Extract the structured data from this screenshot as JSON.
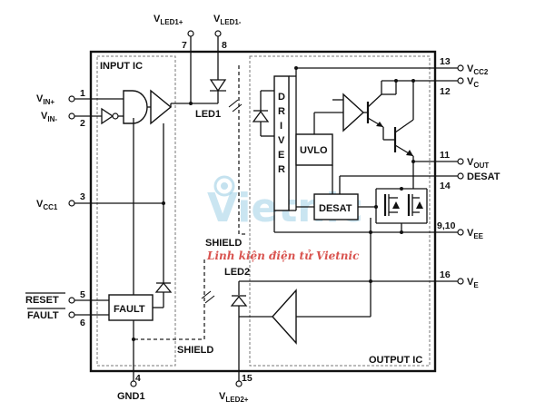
{
  "sections": {
    "input_ic": "INPUT IC",
    "output_ic": "OUTPUT IC",
    "shield_top": "SHIELD",
    "shield_bottom": "SHIELD"
  },
  "blocks": {
    "driver": [
      "D",
      "R",
      "I",
      "V",
      "E",
      "R"
    ],
    "uvlo": "UVLO",
    "desat": "DESAT",
    "fault": "FAULT",
    "led1": "LED1",
    "led2": "LED2"
  },
  "pins": {
    "vin_plus": {
      "num": "1",
      "name": "V",
      "sub": "IN+"
    },
    "vin_minus": {
      "num": "2",
      "name": "V",
      "sub": "IN-"
    },
    "vcc1": {
      "num": "3",
      "name": "V",
      "sub": "CC1"
    },
    "reset": {
      "num": "5",
      "name": "RESET"
    },
    "fault": {
      "num": "6",
      "name": "FAULT"
    },
    "gnd1": {
      "num": "4",
      "name": "GND1"
    },
    "vled1_plus": {
      "num": "7",
      "name": "V",
      "sub": "LED1+"
    },
    "vled1_minus": {
      "num": "8",
      "name": "V",
      "sub": "LED1-"
    },
    "vled2_plus": {
      "num": "15",
      "name": "V",
      "sub": "LED2+"
    },
    "vcc2": {
      "num": "13",
      "name": "V",
      "sub": "CC2"
    },
    "vc": {
      "num": "12",
      "name": "V",
      "sub": "C"
    },
    "vout": {
      "num": "11",
      "name": "V",
      "sub": "OUT"
    },
    "desat": {
      "num": "14",
      "name": "DESAT"
    },
    "vee": {
      "num": "9,10",
      "name": "V",
      "sub": "EE"
    },
    "ve": {
      "num": "16",
      "name": "V",
      "sub": "E"
    }
  },
  "watermark": {
    "brand": "Vietnic",
    "tagline": "Linh kiện điện tử Vietnic"
  }
}
